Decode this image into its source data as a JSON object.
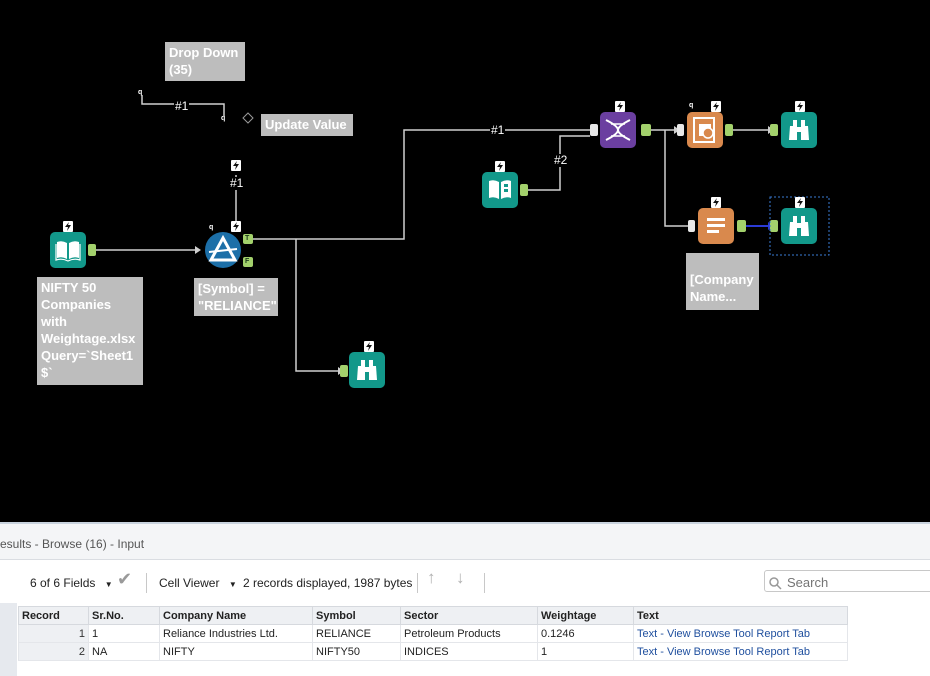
{
  "canvas": {
    "notes": {
      "dropdown": "Drop Down\n(35)",
      "update_value": "Update Value",
      "input_file": "NIFTY 50\nCompanies\nwith\nWeightage.xlsx\nQuery=`Sheet1\n$`",
      "filter": "[Symbol] =\n\"RELIANCE\"",
      "formula": "[Company\nName..."
    },
    "wire_labels": {
      "q_dropdown": "#1",
      "q_filter": "#1",
      "join_left": "#1",
      "join_right": "#2"
    },
    "anchor_labels": {
      "q": "q",
      "true": "T",
      "false": "F"
    },
    "colors": {
      "input": "#12988a",
      "browse": "#12988a",
      "filter": "#1c6fa8",
      "join": "#6b3fa0",
      "report": "#d9894d",
      "anchor": "#a3d16c"
    }
  },
  "results": {
    "title": "esults - Browse (16) - Input",
    "toolbar": {
      "fields": "6 of 6 Fields",
      "cell_viewer": "Cell Viewer",
      "records_info": "2 records displayed, 1987 bytes",
      "search_placeholder": "Search"
    },
    "columns": [
      "Record",
      "Sr.No.",
      "Company Name",
      "Symbol",
      "Sector",
      "Weightage",
      "Text"
    ],
    "rows": [
      [
        "1",
        "1",
        "Reliance Industries Ltd.",
        "RELIANCE",
        "Petroleum Products",
        "0.1246",
        "Text - View Browse Tool Report Tab"
      ],
      [
        "2",
        "NA",
        "NIFTY",
        "NIFTY50",
        "INDICES",
        "1",
        "Text - View Browse Tool Report Tab"
      ]
    ]
  }
}
